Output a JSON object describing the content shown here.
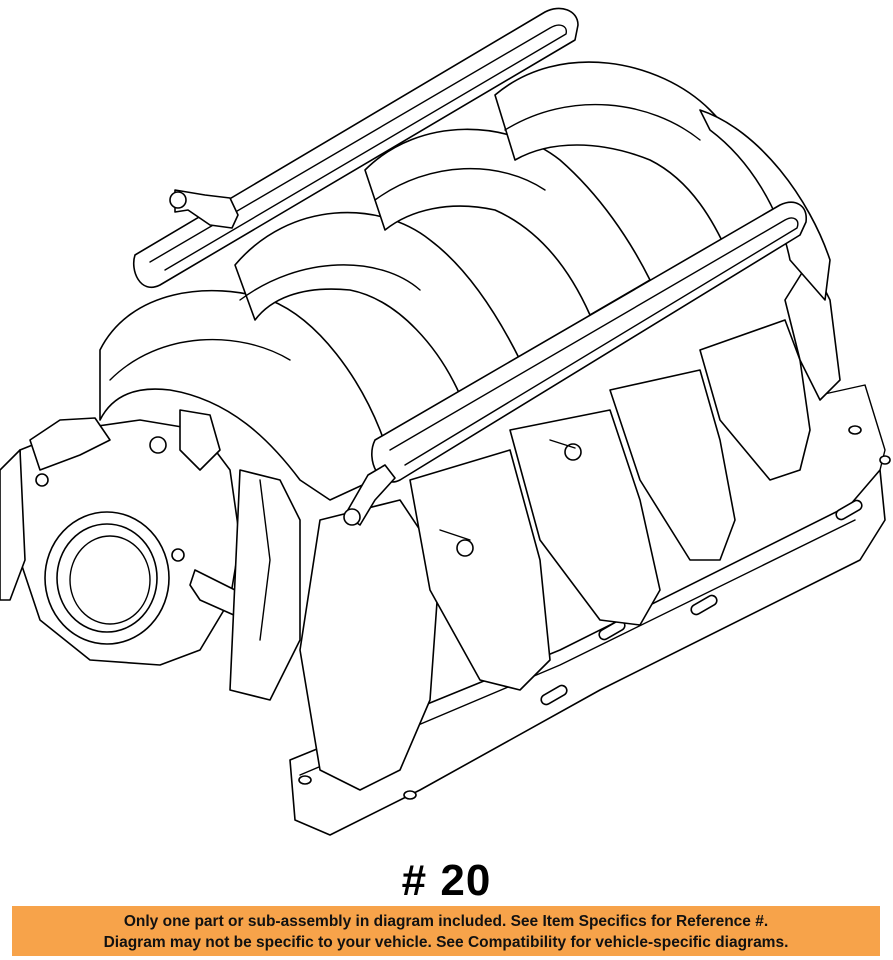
{
  "diagram": {
    "subject": "intake manifold assembly line drawing",
    "reference_label": "# 20"
  },
  "notice": {
    "line1": "Only one part or sub-assembly in diagram included. See Item Specifics for Reference #.",
    "line2": "Diagram may not be specific to your vehicle. See Compatibility for vehicle-specific diagrams.",
    "background_color": "#f7a34a"
  }
}
